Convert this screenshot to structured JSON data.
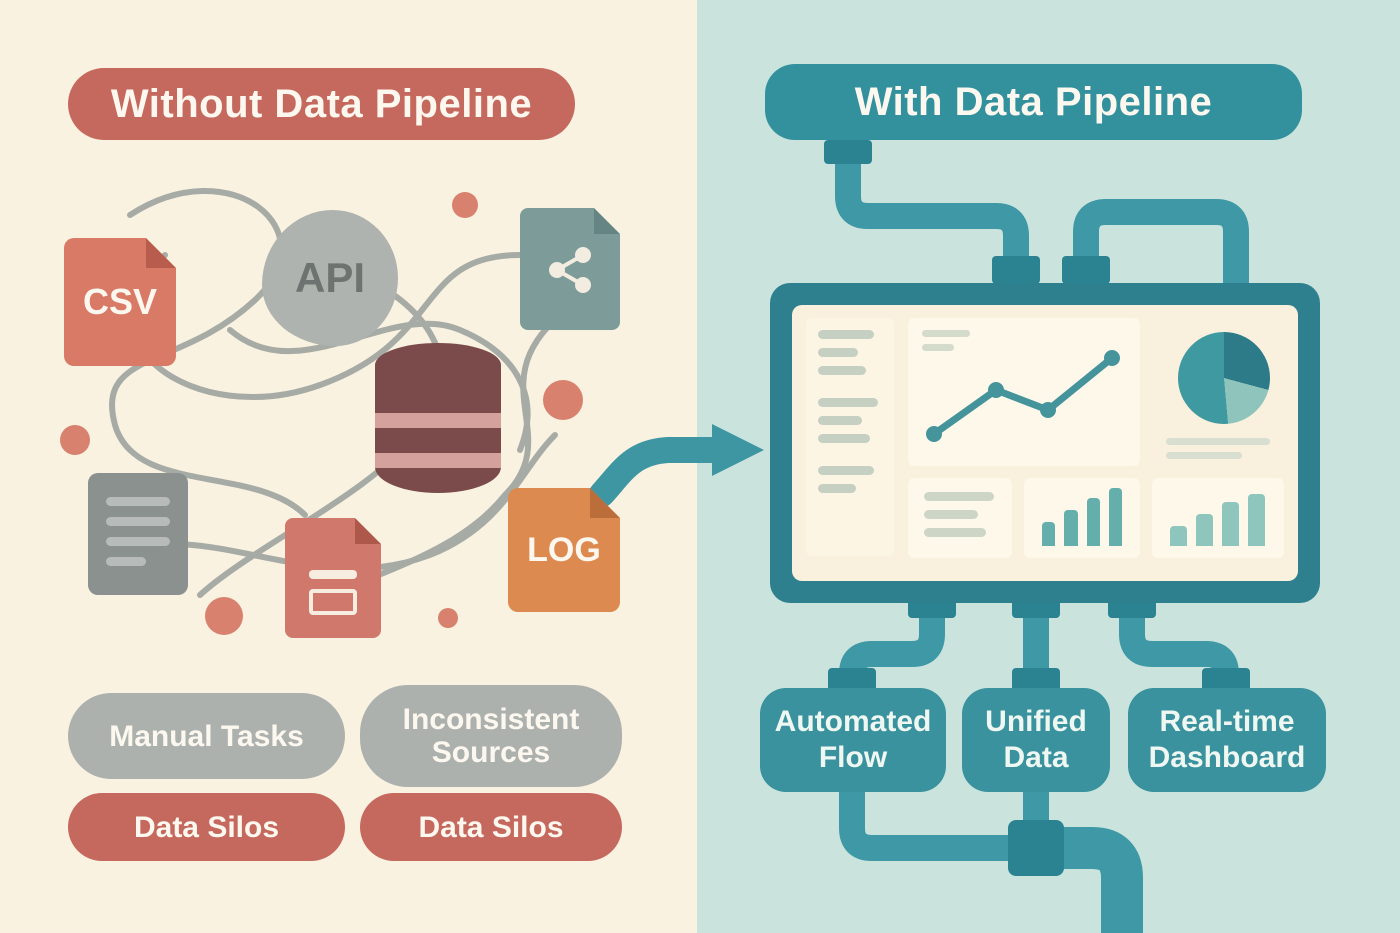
{
  "left": {
    "banner": "Without Data Pipeline",
    "csv_label": "CSV",
    "api_label": "API",
    "log_label": "LOG",
    "pills": [
      {
        "label": "Manual Tasks"
      },
      {
        "label": "Inconsistent Sources"
      },
      {
        "label": "Data Silos"
      },
      {
        "label": "Data Silos"
      }
    ]
  },
  "right": {
    "banner": "With Data Pipeline",
    "boxes": [
      {
        "label": "Automated Flow"
      },
      {
        "label": "Unified Data"
      },
      {
        "label": "Real-time Dashboard"
      }
    ]
  },
  "colors": {
    "left_background": "#faf2e0",
    "right_background": "#cae4dd",
    "salmon": "#c5695e",
    "gray": "#adb1ae",
    "teal": "#33919e",
    "pipe_teal": "#3e98a5",
    "orange": "#dd8a50",
    "maroon": "#7b4b4c",
    "monitor_frame": "#2f808e",
    "screen": "#f9f1de"
  }
}
